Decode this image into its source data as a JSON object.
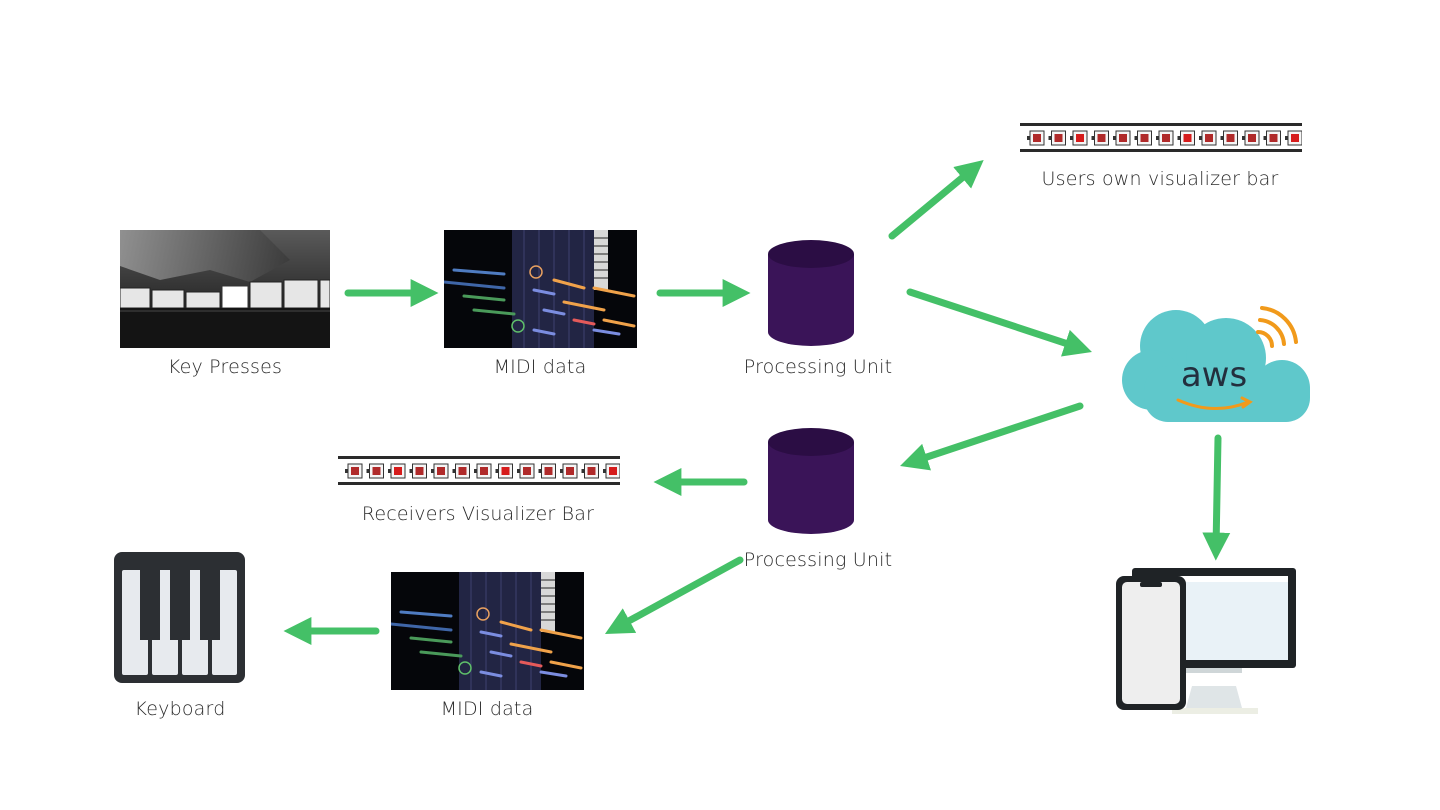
{
  "labels": {
    "key_presses": "Key Presses",
    "midi_data_top": "MIDI data",
    "processing_unit_top": "Processing Unit",
    "users_bar": "Users own visualizer bar",
    "receivers_bar": "Receivers Visualizer Bar",
    "processing_unit_bottom": "Processing Unit",
    "midi_data_bottom": "MIDI data",
    "keyboard": "Keyboard",
    "aws_logo": "aws"
  },
  "colors": {
    "arrow": "#44c067",
    "database": "#3a1458",
    "aws_cloud": "#5fc8cb",
    "aws_smile": "#f19a1b"
  },
  "icons": {
    "processing_unit": "database-icon",
    "cloud": "aws-cloud-icon",
    "devices": "phone-monitor-icon",
    "keyboard": "piano-keyboard-icon"
  }
}
